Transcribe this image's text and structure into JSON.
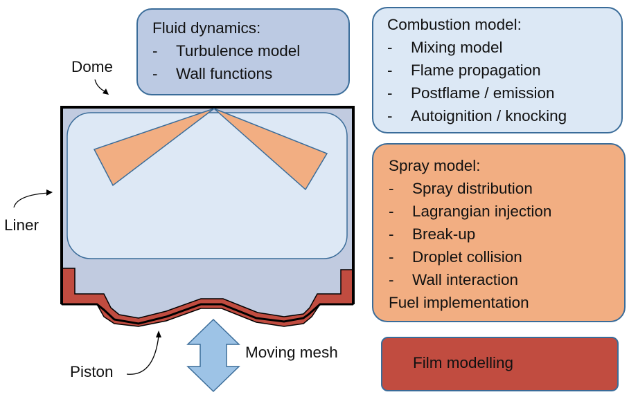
{
  "fluid_box": {
    "title": "Fluid dynamics:",
    "items": [
      "Turbulence model",
      "Wall functions"
    ]
  },
  "combustion_box": {
    "title": "Combustion model:",
    "items": [
      "Mixing model",
      "Flame propagation",
      "Postflame / emission",
      "Autoignition / knocking"
    ]
  },
  "spray_box": {
    "title": "Spray model:",
    "items": [
      "Spray distribution",
      "Lagrangian injection",
      "Break-up",
      "Droplet collision",
      "Wall interaction"
    ],
    "footer": "Fuel implementation"
  },
  "film_box": {
    "title": "Film modelling"
  },
  "labels": {
    "dome": "Dome",
    "liner": "Liner",
    "piston": "Piston",
    "moving_mesh": "Moving mesh"
  },
  "bullet": "-",
  "colors": {
    "cylinder_fill": "#c1cbe0",
    "chamber_fill": "#dde8f5",
    "spray_fill": "#f2ae82",
    "piston_ring": "#c14c40",
    "arrow_fill": "#9dc3e6",
    "outline": "#3a6c99"
  }
}
